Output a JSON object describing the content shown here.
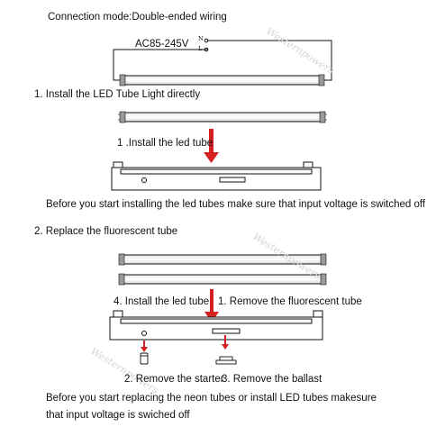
{
  "header": {
    "connection_mode": "Connection mode:Double-ended wiring",
    "voltage": "AC85-245V",
    "terminal_n": "N",
    "terminal_l": "L"
  },
  "section1": {
    "heading": "1. Install the LED Tube Light directly",
    "arrow_label": "1 .Install the led tube",
    "warning": "Before you start installing the led tubes make sure that input voltage is switched off"
  },
  "section2": {
    "heading": "2. Replace the fluorescent tube",
    "install_label": "4. Install the led tube",
    "remove_tube_label": "1. Remove the fluorescent tube",
    "remove_starter_label": "2. Remove the starter",
    "remove_ballast_label": "3. Remove the ballast",
    "warning_line1": "Before you start replacing the neon tubes or install LED tubes makesure",
    "warning_line2": "that input voltage is swiched off"
  },
  "watermark": "Westernpowers",
  "colors": {
    "arrow": "#d42020",
    "line": "#111111",
    "tube_fill": "#f6f6f6"
  }
}
